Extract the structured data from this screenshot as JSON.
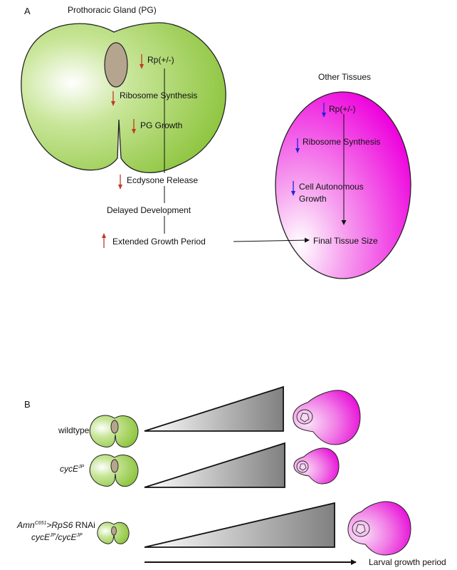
{
  "panel_a": {
    "letter": "A",
    "pg": {
      "title": "Prothoracic Gland (PG)",
      "steps": [
        "Rp(+/-)",
        "Ribosome Synthesis",
        "PG Growth"
      ]
    },
    "chain": [
      "Ecdysone Release",
      "Delayed Development",
      "Extended Growth Period"
    ],
    "other": {
      "title": "Other Tissues",
      "steps": [
        "Rp(+/-)",
        "Ribosome Synthesis",
        "Cell Autonomous",
        "Growth"
      ],
      "result": "Final Tissue Size"
    }
  },
  "panel_b": {
    "letter": "B",
    "rows": [
      {
        "label": "wildtype"
      },
      {
        "label_base": "cycE",
        "label_sup": "JP"
      },
      {
        "l1_a": "Amn",
        "l1_sup": "C651",
        "l1_b": ">RpS6",
        "l1_c": " RNAi",
        "l2_a": "cycE",
        "l2_sup": "JP",
        "l2_b": "/cycE",
        "l2_sup2": "JP"
      }
    ],
    "axis_label": "Larval growth period"
  },
  "colors": {
    "pg_green": "#8cc43c",
    "tissue_magenta": "#ee00dd",
    "down_arrow_red": "#c0392b",
    "down_arrow_blue": "#2222dd",
    "nucleus": "#b5a58f"
  }
}
